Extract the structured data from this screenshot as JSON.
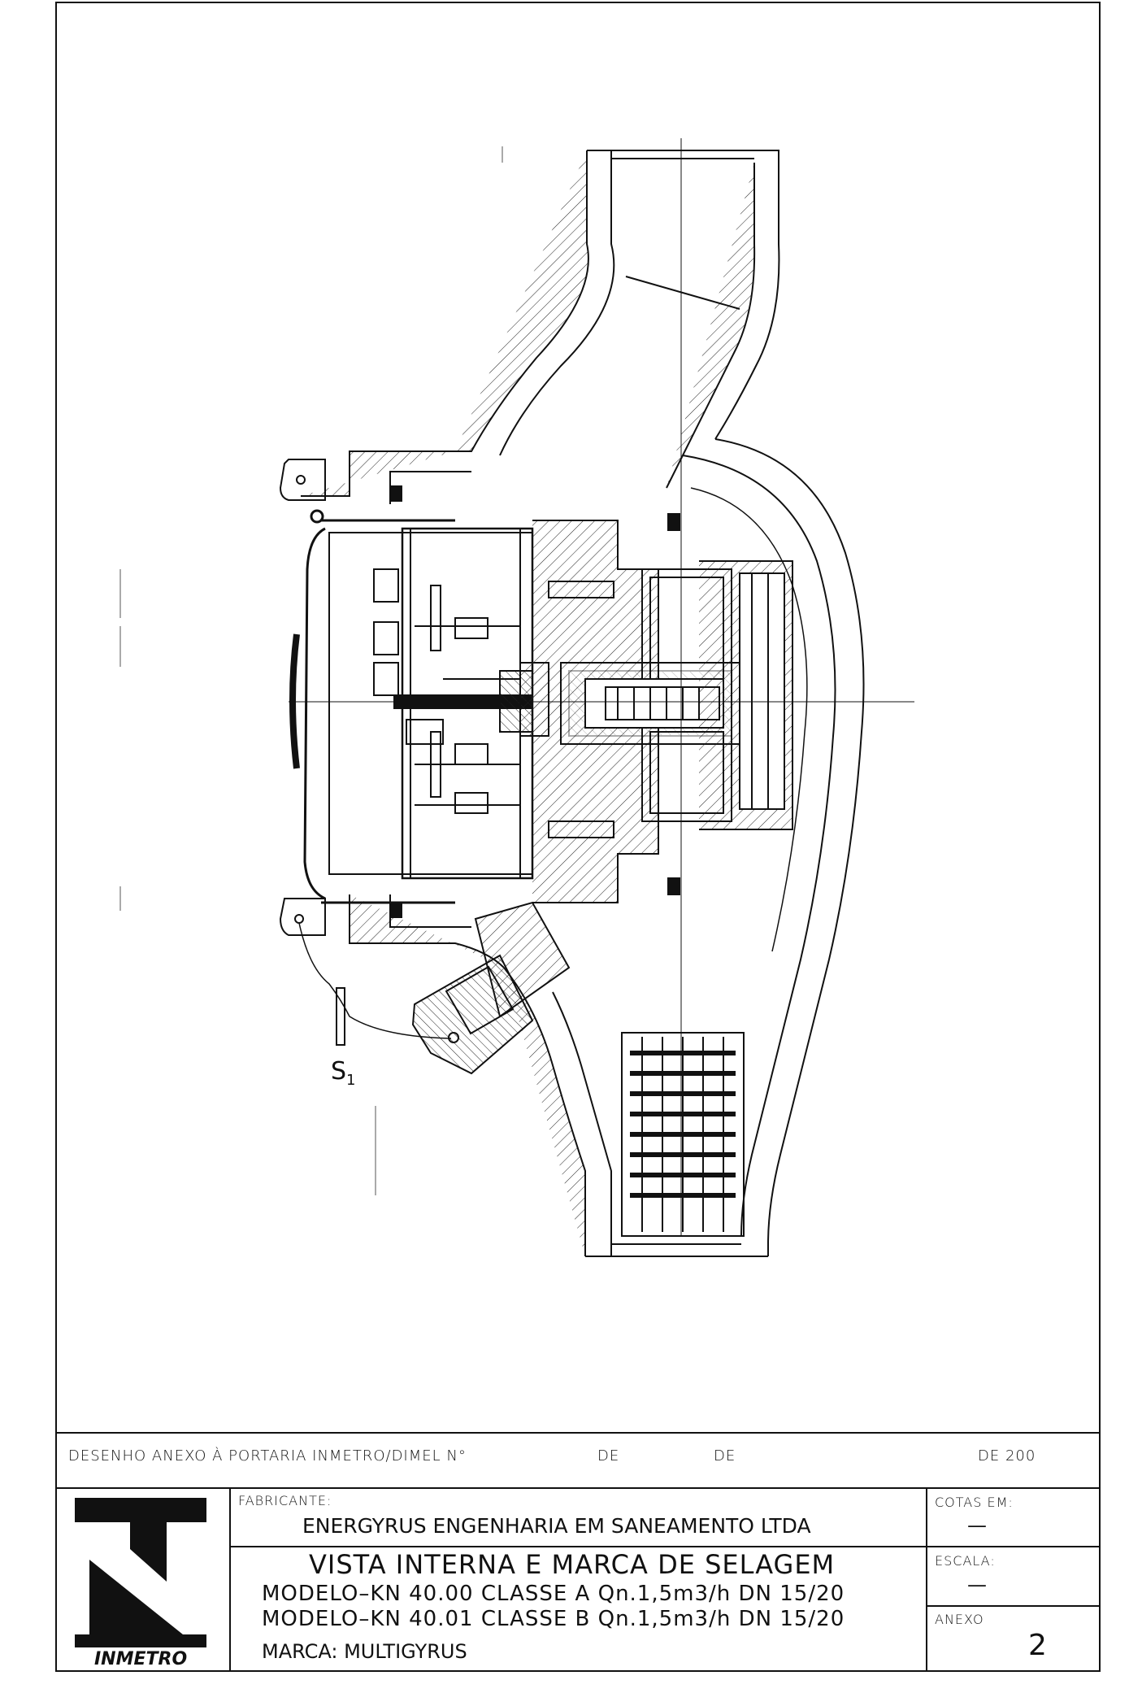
{
  "drawing": {
    "seal_label": "S",
    "seal_subscript": "1"
  },
  "title_block": {
    "header": {
      "portaria": "DESENHO ANEXO À PORTARIA INMETRO/DIMEL N°",
      "de1": "DE",
      "de2": "DE",
      "year": "DE 200"
    },
    "logo_text": "INMETRO",
    "fabricante_label": "FABRICANTE:",
    "fabricante_name": "ENERGYRUS ENGENHARIA EM SANEAMENTO LTDA",
    "title": "VISTA INTERNA E MARCA DE SELAGEM",
    "model_line_1": "MODELO–KN 40.00 CLASSE A Qn.1,5m3/h DN 15/20",
    "model_line_2": "MODELO–KN 40.01 CLASSE B Qn.1,5m3/h DN 15/20",
    "marca": "MARCA: MULTIGYRUS",
    "cotas_label": "COTAS EM:",
    "cotas_value": "—",
    "escala_label": "ESCALA:",
    "escala_value": "—",
    "anexo_label": "ANEXO",
    "anexo_value": "2"
  }
}
